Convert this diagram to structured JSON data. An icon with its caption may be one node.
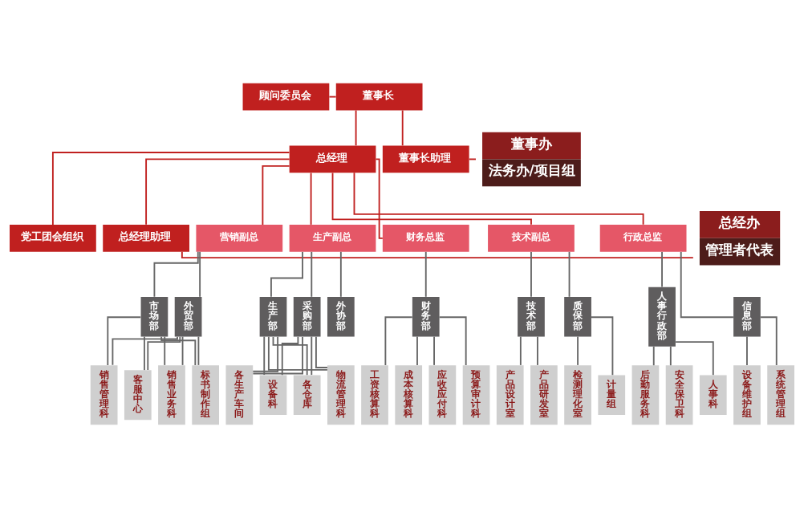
{
  "diagram": {
    "nodes": [
      {
        "text": [
          "顾问委员会"
        ]
      },
      {
        "text": [
          "董事长"
        ]
      },
      {
        "text": [
          "董事长助理"
        ]
      },
      {
        "text": [
          "董事办",
          "法务办/项目组"
        ]
      },
      {
        "text": [
          "总经理"
        ]
      },
      {
        "text": [
          "党工团会组织"
        ]
      },
      {
        "text": [
          "总经理助理"
        ]
      },
      {
        "text": [
          "总经办",
          "管理者代表"
        ]
      },
      {
        "text": [
          "营销副总"
        ]
      },
      {
        "text": [
          "生产副总"
        ]
      },
      {
        "text": [
          "财务总监"
        ]
      },
      {
        "text": [
          "技术副总"
        ]
      },
      {
        "text": [
          "行政总监"
        ]
      },
      {
        "text": [
          "市场部"
        ]
      },
      {
        "text": [
          "外贸部"
        ]
      },
      {
        "text": [
          "生产部"
        ]
      },
      {
        "text": [
          "采购部"
        ]
      },
      {
        "text": [
          "外协部"
        ]
      },
      {
        "text": [
          "财务部"
        ]
      },
      {
        "text": [
          "技术部"
        ]
      },
      {
        "text": [
          "质保部"
        ]
      },
      {
        "text": [
          "人事行政部"
        ]
      },
      {
        "text": [
          "信息部"
        ]
      },
      {
        "text": [
          "销售管理科"
        ]
      },
      {
        "text": [
          "客服中心"
        ]
      },
      {
        "text": [
          "销售业务科"
        ]
      },
      {
        "text": [
          "标书制作组"
        ]
      },
      {
        "text": [
          "各生产车间"
        ]
      },
      {
        "text": [
          "设备科"
        ]
      },
      {
        "text": [
          "各仓库"
        ]
      },
      {
        "text": [
          "物流管理科"
        ]
      },
      {
        "text": [
          "工资核算科"
        ]
      },
      {
        "text": [
          "成本核算科"
        ]
      },
      {
        "text": [
          "应收应付科"
        ]
      },
      {
        "text": [
          "预算审计科"
        ]
      },
      {
        "text": [
          "产品设计室"
        ]
      },
      {
        "text": [
          "产品研发室"
        ]
      },
      {
        "text": [
          "检测理化室"
        ]
      },
      {
        "text": [
          "计量组"
        ]
      },
      {
        "text": [
          "后勤服务科"
        ]
      },
      {
        "text": [
          "安全保卫科"
        ]
      },
      {
        "text": [
          "人事科"
        ]
      },
      {
        "text": [
          "设备维护组"
        ]
      },
      {
        "text": [
          "系统管理组"
        ]
      }
    ],
    "edges": [
      {
        "from": 0,
        "to": 1,
        "arrow": "none",
        "color": "#c0201f"
      },
      {
        "from": 1,
        "to": 4,
        "arrow": "none",
        "color": "#c0201f"
      },
      {
        "from": 1,
        "to": 2,
        "arrow": "none",
        "color": "#c0201f"
      },
      {
        "from": 2,
        "to": 3,
        "arrow": "none",
        "color": "#c0201f"
      },
      {
        "from": 4,
        "to": 5,
        "arrow": "none",
        "color": "#c0201f"
      },
      {
        "from": 4,
        "to": 6,
        "arrow": "none",
        "color": "#c0201f"
      },
      {
        "from": 6,
        "to": 7,
        "arrow": "none",
        "color": "#c0201f"
      },
      {
        "from": 4,
        "to": 8,
        "arrow": "none",
        "color": "#c0201f"
      },
      {
        "from": 4,
        "to": 9,
        "arrow": "none",
        "color": "#c0201f"
      },
      {
        "from": 4,
        "to": 10,
        "arrow": "none",
        "color": "#c0201f"
      },
      {
        "from": 4,
        "to": 11,
        "arrow": "none",
        "color": "#c0201f"
      },
      {
        "from": 4,
        "to": 12,
        "arrow": "none",
        "color": "#c0201f"
      },
      {
        "from": 8,
        "to": 13,
        "arrow": "none"
      },
      {
        "from": 8,
        "to": 14,
        "arrow": "none"
      },
      {
        "from": 9,
        "to": 15,
        "arrow": "none"
      },
      {
        "from": 9,
        "to": 16,
        "arrow": "none"
      },
      {
        "from": 9,
        "to": 17,
        "arrow": "none"
      },
      {
        "from": 10,
        "to": 18,
        "arrow": "none"
      },
      {
        "from": 11,
        "to": 19,
        "arrow": "none"
      },
      {
        "from": 11,
        "to": 20,
        "arrow": "none"
      },
      {
        "from": 12,
        "to": 21,
        "arrow": "none"
      },
      {
        "from": 12,
        "to": 22,
        "arrow": "none"
      },
      {
        "from": 13,
        "to": 23,
        "arrow": "none"
      },
      {
        "from": 13,
        "to": 24,
        "arrow": "none"
      },
      {
        "from": 13,
        "to": 25,
        "arrow": "none"
      },
      {
        "from": 13,
        "to": 26,
        "arrow": "none"
      },
      {
        "from": 14,
        "to": 23,
        "arrow": "none"
      },
      {
        "from": 14,
        "to": 24,
        "arrow": "none"
      },
      {
        "from": 14,
        "to": 25,
        "arrow": "none"
      },
      {
        "from": 14,
        "to": 26,
        "arrow": "none"
      },
      {
        "from": 15,
        "to": 27,
        "arrow": "none"
      },
      {
        "from": 15,
        "to": 28,
        "arrow": "none"
      },
      {
        "from": 15,
        "to": 29,
        "arrow": "none"
      },
      {
        "from": 15,
        "to": 30,
        "arrow": "none"
      },
      {
        "from": 16,
        "to": 27,
        "arrow": "none"
      },
      {
        "from": 16,
        "to": 28,
        "arrow": "none"
      },
      {
        "from": 16,
        "to": 29,
        "arrow": "none"
      },
      {
        "from": 16,
        "to": 30,
        "arrow": "none"
      },
      {
        "from": 18,
        "to": 31,
        "arrow": "none"
      },
      {
        "from": 18,
        "to": 32,
        "arrow": "none"
      },
      {
        "from": 18,
        "to": 33,
        "arrow": "none"
      },
      {
        "from": 18,
        "to": 34,
        "arrow": "none"
      },
      {
        "from": 19,
        "to": 35,
        "arrow": "none"
      },
      {
        "from": 19,
        "to": 36,
        "arrow": "none"
      },
      {
        "from": 20,
        "to": 37,
        "arrow": "none"
      },
      {
        "from": 20,
        "to": 38,
        "arrow": "none"
      },
      {
        "from": 21,
        "to": 39,
        "arrow": "none"
      },
      {
        "from": 21,
        "to": 40,
        "arrow": "none"
      },
      {
        "from": 21,
        "to": 41,
        "arrow": "none"
      },
      {
        "from": 22,
        "to": 42,
        "arrow": "none"
      },
      {
        "from": 22,
        "to": 43,
        "arrow": "none"
      }
    ]
  }
}
